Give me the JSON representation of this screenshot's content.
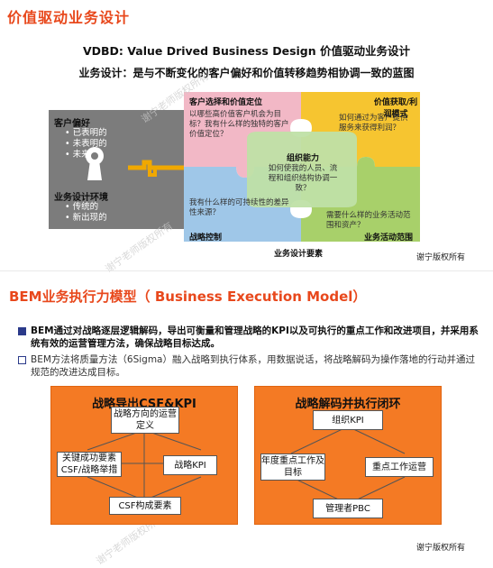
{
  "title": "价值驱动业务设计",
  "vbdb": {
    "heading": "VDBD: Value Drived Business Design 价值驱动业务设计",
    "definition": "业务设计：是与不断变化的客户偏好和价值转移趋势相协调一致的蓝图",
    "customer_pref": {
      "label": "客户偏好",
      "items": [
        "已表明的",
        "未表明的",
        "未来的"
      ]
    },
    "environment": {
      "label": "业务设计环境",
      "items": [
        "传统的",
        "新出现的"
      ]
    },
    "puzzle": {
      "tl_title": "客户选择和价值定位",
      "tl_text": "以哪些高价值客户机会为目标？我有什么样的独特的客户价值定位？",
      "tr_title": "价值获取/利润模式",
      "tr_text": "如何通过为客户提供服务来获得利润？",
      "center_title": "组织能力",
      "center_text": "如何使我的人员、流程和组织结构协调一致？",
      "bl_title": "战略控制",
      "bl_text": "我有什么样的可持续性的差异性来源？",
      "br_title": "业务活动范围",
      "br_text": "需要什么样的业务活动范围和资产？",
      "caption": "业务设计要素"
    },
    "copyright": "谢宁版权所有"
  },
  "bem": {
    "heading": "BEM业务执行力模型（ Business Execution Model）",
    "bullet1": "BEM通过对战略逐层逻辑解码，导出可衡量和管理战略的KPI以及可执行的重点工作和改进项目，并采用系统有效的运营管理方法，确保战略目标达成。",
    "bullet2": "BEM方法将质量方法（6Sigma）融入战略到执行体系，用数据说话，将战略解码为操作落地的行动并通过规范的改进达成目标。",
    "left_panel": {
      "title": "战略导出CSF&KPI",
      "top": "战略方向的运营定义",
      "left": "关键成功要素CSF/战略举措",
      "right": "战略KPI",
      "bottom": "CSF构成要素"
    },
    "right_panel": {
      "title": "战略解码并执行闭环",
      "top": "组织KPI",
      "left": "年度重点工作及目标",
      "right": "重点工作运营",
      "bottom": "管理者PBC"
    },
    "copyright": "谢宁版权所有"
  },
  "watermark": "谢宁老师版权所有",
  "colors": {
    "accent": "#e8481c",
    "orange": "#f47a24",
    "puzzle_pink": "#f2b8c6",
    "puzzle_yellow": "#f6c530",
    "puzzle_green": "#a8d06a",
    "puzzle_blue": "#9fc7e8",
    "puzzle_center": "#bfe0a6",
    "gray": "#7c7c7c",
    "key_gold": "#f0a800"
  }
}
